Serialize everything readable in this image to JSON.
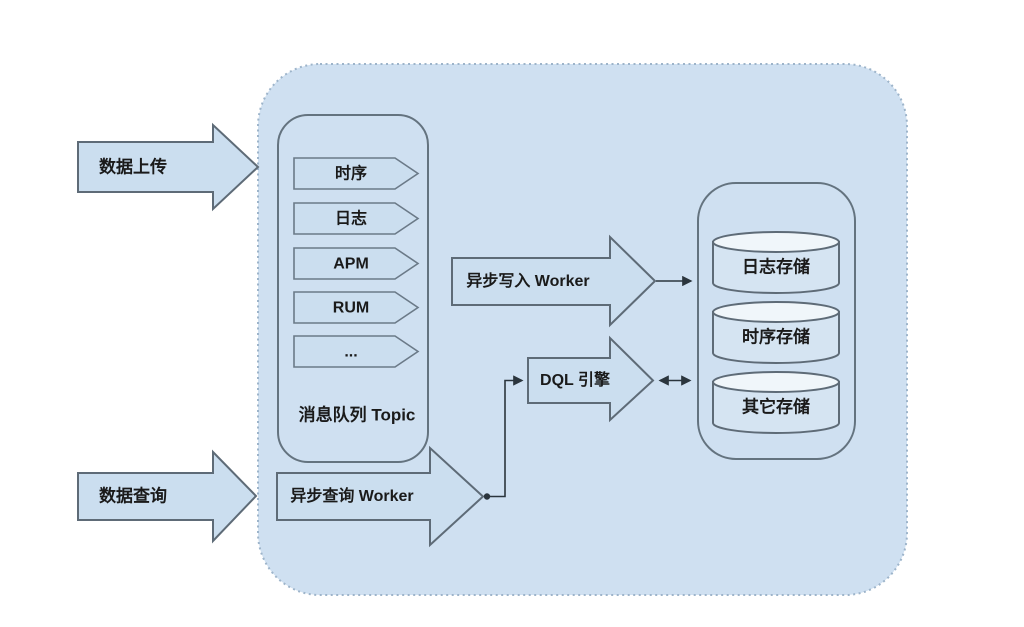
{
  "colors": {
    "page_bg": "#ffffff",
    "container_fill": "#cfe0f1",
    "container_border": "#9db4ca",
    "shape_fill": "#cbdeef",
    "shape_stroke": "#5e6b77",
    "cylinder_body": "#d5e4f2",
    "cylinder_top": "#f0f6fa",
    "connector": "#2b353d",
    "text": "#1a1a1a"
  },
  "inputs": {
    "upload_label": "数据上传",
    "query_label": "数据查询"
  },
  "queue": {
    "title": "消息队列 Topic",
    "topics": [
      "时序",
      "日志",
      "APM",
      "RUM",
      "..."
    ]
  },
  "workers": {
    "write_label": "异步写入 Worker",
    "query_label": "异步查询 Worker",
    "dql_label": "DQL 引擎"
  },
  "storage": {
    "items": [
      "日志存储",
      "时序存储",
      "其它存储"
    ]
  }
}
